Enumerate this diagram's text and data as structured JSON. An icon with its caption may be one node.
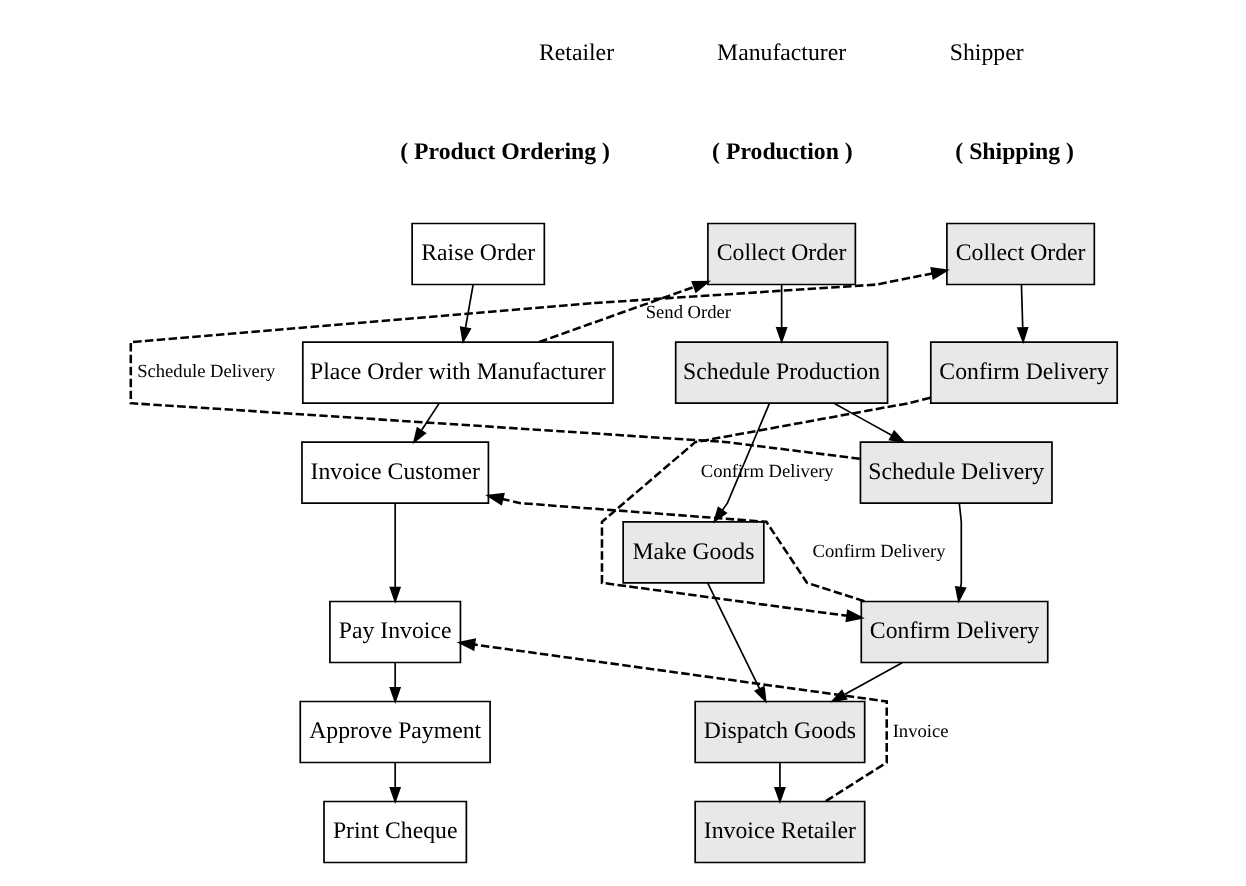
{
  "diagram": {
    "nodes": [
      {
        "text": [
          "Raise Order"
        ]
      },
      {
        "text": [
          "Place Order with Manufacturer"
        ]
      },
      {
        "text": [
          "Invoice Customer"
        ]
      },
      {
        "text": [
          "Pay Invoice"
        ]
      },
      {
        "text": [
          "Approve Payment"
        ]
      },
      {
        "text": [
          "Print Cheque"
        ]
      },
      {
        "text": [
          "Collect Order"
        ]
      },
      {
        "text": [
          "Schedule Production"
        ]
      },
      {
        "text": [
          "Make Goods"
        ]
      },
      {
        "text": [
          "Schedule Delivery"
        ]
      },
      {
        "text": [
          "Confirm Delivery"
        ]
      },
      {
        "text": [
          "Dispatch Goods"
        ]
      },
      {
        "text": [
          "Invoice Retailer"
        ]
      },
      {
        "text": [
          "Collect Order"
        ]
      },
      {
        "text": [
          "Confirm Delivery"
        ]
      }
    ],
    "edges": [
      {
        "from": 0,
        "to": 1,
        "arrow": "to"
      },
      {
        "from": 1,
        "to": 6,
        "arrow": "to",
        "label": "Send Order",
        "style": "dashed"
      },
      {
        "from": 1,
        "to": 2,
        "arrow": "to"
      },
      {
        "from": 2,
        "to": 3,
        "arrow": "to"
      },
      {
        "from": 3,
        "to": 4,
        "arrow": "to"
      },
      {
        "from": 4,
        "to": 5,
        "arrow": "to"
      },
      {
        "from": 6,
        "to": 7,
        "arrow": "to"
      },
      {
        "from": 7,
        "to": 8,
        "arrow": "to"
      },
      {
        "from": 7,
        "to": 9,
        "arrow": "to"
      },
      {
        "from": 9,
        "to": 10,
        "arrow": "to"
      },
      {
        "from": 8,
        "to": 11,
        "arrow": "to"
      },
      {
        "from": 10,
        "to": 11,
        "arrow": "to"
      },
      {
        "from": 11,
        "to": 12,
        "arrow": "to"
      },
      {
        "from": 12,
        "to": 3,
        "arrow": "to",
        "label": "Invoice",
        "style": "dashed"
      },
      {
        "from": 9,
        "to": 13,
        "arrow": "to",
        "label": "Schedule Delivery",
        "style": "dashed"
      },
      {
        "from": 13,
        "to": 14,
        "arrow": "to"
      },
      {
        "from": 14,
        "to": 10,
        "arrow": "to",
        "label": "Confirm Delivery",
        "style": "dashed"
      },
      {
        "from": 10,
        "to": 2,
        "arrow": "to",
        "label": "Confirm Delivery",
        "style": "dashed"
      }
    ],
    "labels": [
      "Retailer",
      "( Product Ordering )",
      "Manufacturer",
      "( Production )",
      "Shipper",
      "( Shipping )"
    ]
  }
}
